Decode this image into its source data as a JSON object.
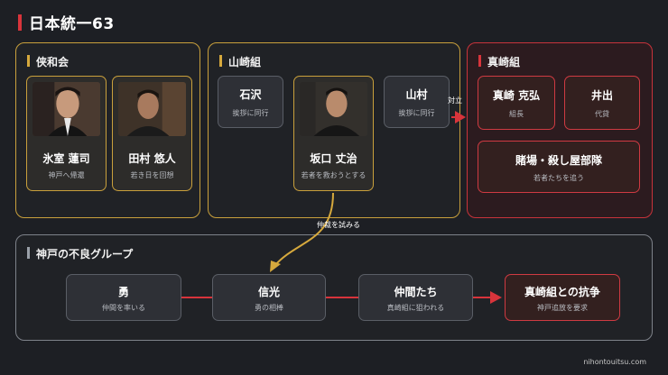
{
  "title": "日本統一63",
  "groups": {
    "kyowakai": {
      "label": "侠和会",
      "members": [
        {
          "name": "氷室 蓮司",
          "desc": "神戸へ帰還"
        },
        {
          "name": "田村 悠人",
          "desc": "若き日を回想"
        }
      ]
    },
    "yamazaki": {
      "label": "山崎組",
      "members": [
        {
          "name": "石沢",
          "desc": "挨拶に同行"
        },
        {
          "name": "坂口 丈治",
          "desc": "若者を救おうとする"
        },
        {
          "name": "山村",
          "desc": "挨拶に同行"
        }
      ]
    },
    "mazaki": {
      "label": "真崎組",
      "members": [
        {
          "name": "真崎 克弘",
          "desc": "組長"
        },
        {
          "name": "井出",
          "desc": "代貸"
        },
        {
          "name": "賭場・殺し屋部隊",
          "desc": "若者たちを追う"
        }
      ]
    },
    "kobe": {
      "label": "神戸の不良グループ",
      "members": [
        {
          "name": "勇",
          "desc": "仲間を率いる"
        },
        {
          "name": "信光",
          "desc": "勇の相棒"
        },
        {
          "name": "仲間たち",
          "desc": "真崎組に狙われる"
        },
        {
          "name": "真崎組との抗争",
          "desc": "神戸追放を要求"
        }
      ]
    }
  },
  "edges": {
    "conflict": "対立",
    "mediation": "仲裁を試みる"
  },
  "footer": "nihontouitsu.com",
  "colors": {
    "background": "#1d1f24",
    "gold": "#c9a03c",
    "red": "#c8333b",
    "gray": "#7e828a"
  }
}
